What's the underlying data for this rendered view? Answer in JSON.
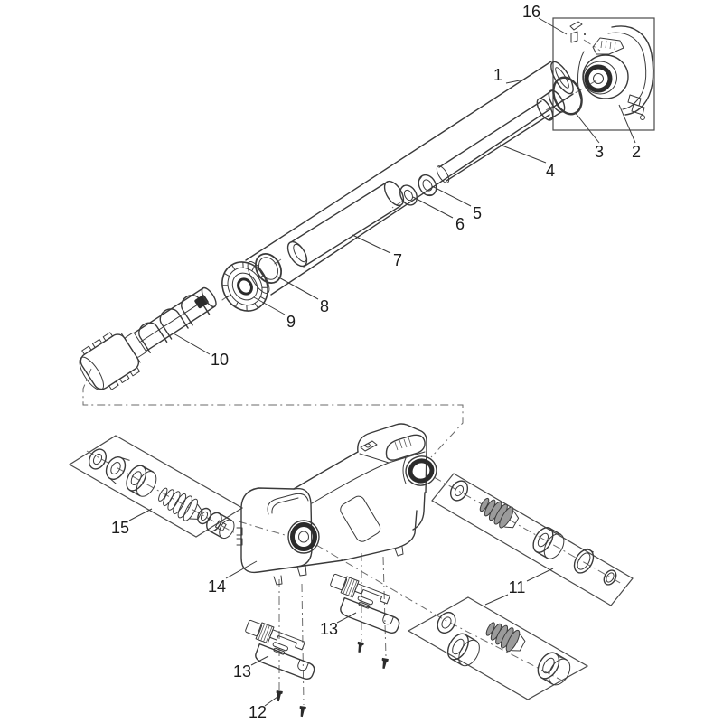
{
  "diagram": {
    "background": "#ffffff",
    "line_color": "#3a3a3a",
    "dark_color": "#2b2b2b",
    "part_labels": {
      "p1": "1",
      "p2": "2",
      "p3": "3",
      "p4": "4",
      "p5": "5",
      "p6": "6",
      "p7": "7",
      "p8": "8",
      "p9": "9",
      "p10": "10",
      "p11": "11",
      "p12": "12",
      "p13": "13",
      "p14": "14",
      "p15": "15",
      "p16": "16"
    }
  }
}
